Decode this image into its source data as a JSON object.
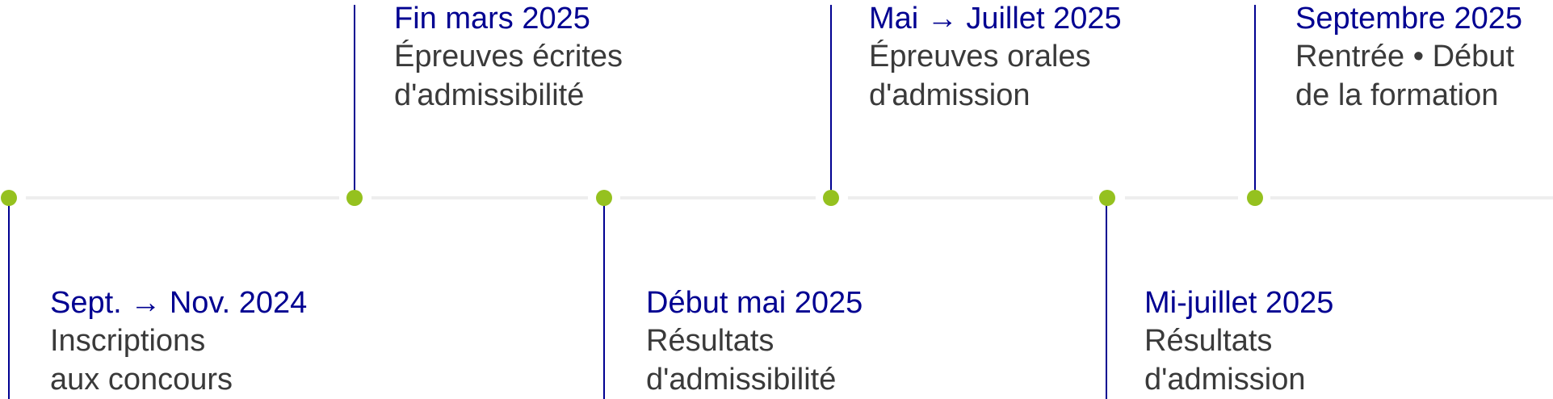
{
  "timeline": {
    "events": [
      {
        "date": "Sept. → Nov. 2024",
        "line1": "Inscriptions",
        "line2": "aux concours"
      },
      {
        "date": "Fin mars 2025",
        "line1": "Épreuves écrites",
        "line2": "d'admissibilité"
      },
      {
        "date": "Début mai 2025",
        "line1": "Résultats",
        "line2": "d'admissibilité"
      },
      {
        "date": "Mai → Juillet 2025",
        "line1": "Épreuves orales",
        "line2": "d'admission"
      },
      {
        "date": "Mi-juillet 2025",
        "line1": "Résultats",
        "line2": "d'admission"
      },
      {
        "date": "Septembre 2025",
        "line1": "Rentrée • Début",
        "line2": "de la formation"
      }
    ]
  },
  "colors": {
    "date_text": "#000091",
    "body_text": "#3a3a3a",
    "marker": "#95c11f",
    "stem": "#000091",
    "axis": "#eeeeee"
  }
}
